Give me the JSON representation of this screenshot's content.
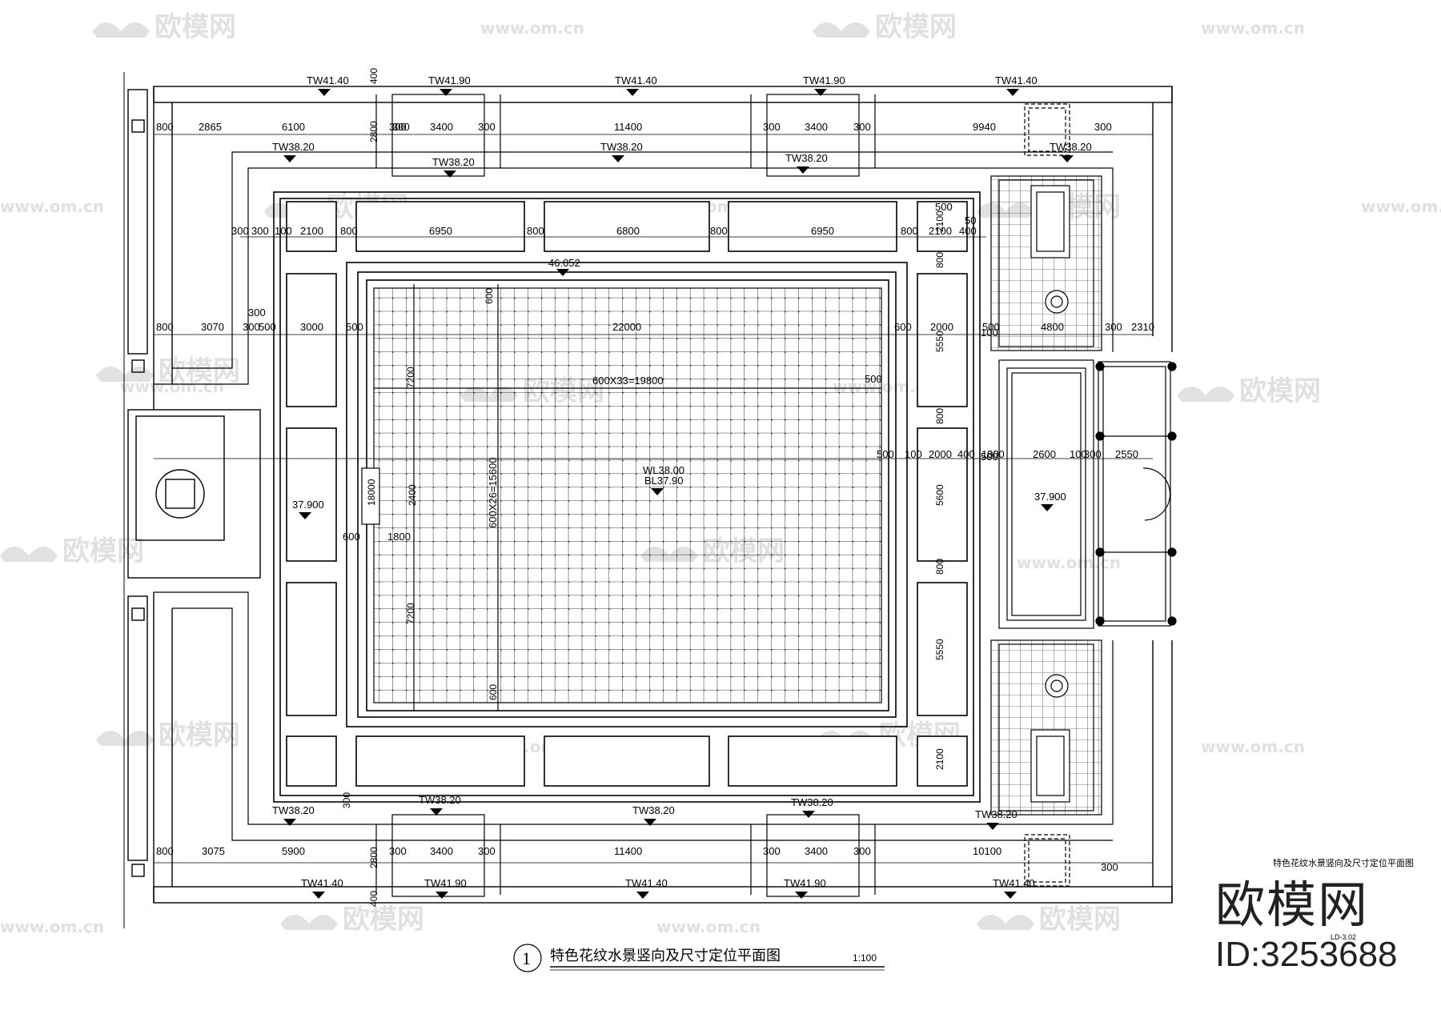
{
  "drawing": {
    "title": "特色花纹水景竖向及尺寸定位平面图",
    "scale": "1:100",
    "number": "1",
    "sheet_name": "特色花纹水景竖向及尺寸定位平面图",
    "sheet_code": "LD-3.02"
  },
  "brand": {
    "logo": "欧模网",
    "id": "ID:3253688",
    "watermark": "欧模网",
    "watermark_url": "www.om.cn"
  },
  "elevations": {
    "tw_top": [
      "TW41.40",
      "TW41.90",
      "TW41.40",
      "TW41.90",
      "TW41.40"
    ],
    "tw_top_inner": [
      "TW38.20",
      "TW38.20",
      "TW38.20",
      "TW38.20",
      "TW38.20"
    ],
    "tw_bottom_inner": [
      "TW38.20",
      "TW38.20",
      "TW38.20",
      "TW38.20",
      "TW38.20"
    ],
    "tw_bottom": [
      "TW41.40",
      "TW41.90",
      "TW41.40",
      "TW41.90",
      "TW41.40"
    ],
    "pool_top": "46.052",
    "wl": "WL38.00",
    "bl": "BL37.90",
    "left_level": "37.900",
    "right_level": "37.900"
  },
  "dimensions": {
    "top_row": [
      "800",
      "2865",
      "6100",
      "300",
      "3400",
      "300",
      "11400",
      "300",
      "3400",
      "300",
      "9940"
    ],
    "bottom_row": [
      "800",
      "3075",
      "5900",
      "300",
      "3400",
      "300",
      "11400",
      "300",
      "3400",
      "300",
      "10100"
    ],
    "planter_row": [
      "300",
      "300",
      "100",
      "2100",
      "800",
      "6950",
      "800",
      "6800",
      "800",
      "6950",
      "800",
      "2100",
      "400"
    ],
    "mid_row": [
      "800",
      "3070",
      "300",
      "500",
      "3000",
      "500",
      "22000",
      "600",
      "2000",
      "500",
      "4800",
      "300",
      "2310"
    ],
    "right_row": [
      "500",
      "100",
      "2000",
      "400",
      "100",
      "300",
      "2600",
      "100",
      "300",
      "2550"
    ],
    "pool_grid_h": "600X33=19800",
    "pool_grid_v": "600X26=15600",
    "left_vert": [
      "7200",
      "7200",
      "18000",
      "2400",
      "600",
      "1800"
    ],
    "right_vert": [
      "5550",
      "5600",
      "5550",
      "800",
      "800",
      "800",
      "2100",
      "2100"
    ],
    "misc": [
      "400",
      "2800",
      "300",
      "500",
      "300",
      "600",
      "500",
      "600",
      "300",
      "300",
      "400",
      "2800",
      "300",
      "50",
      "100",
      "500"
    ]
  }
}
